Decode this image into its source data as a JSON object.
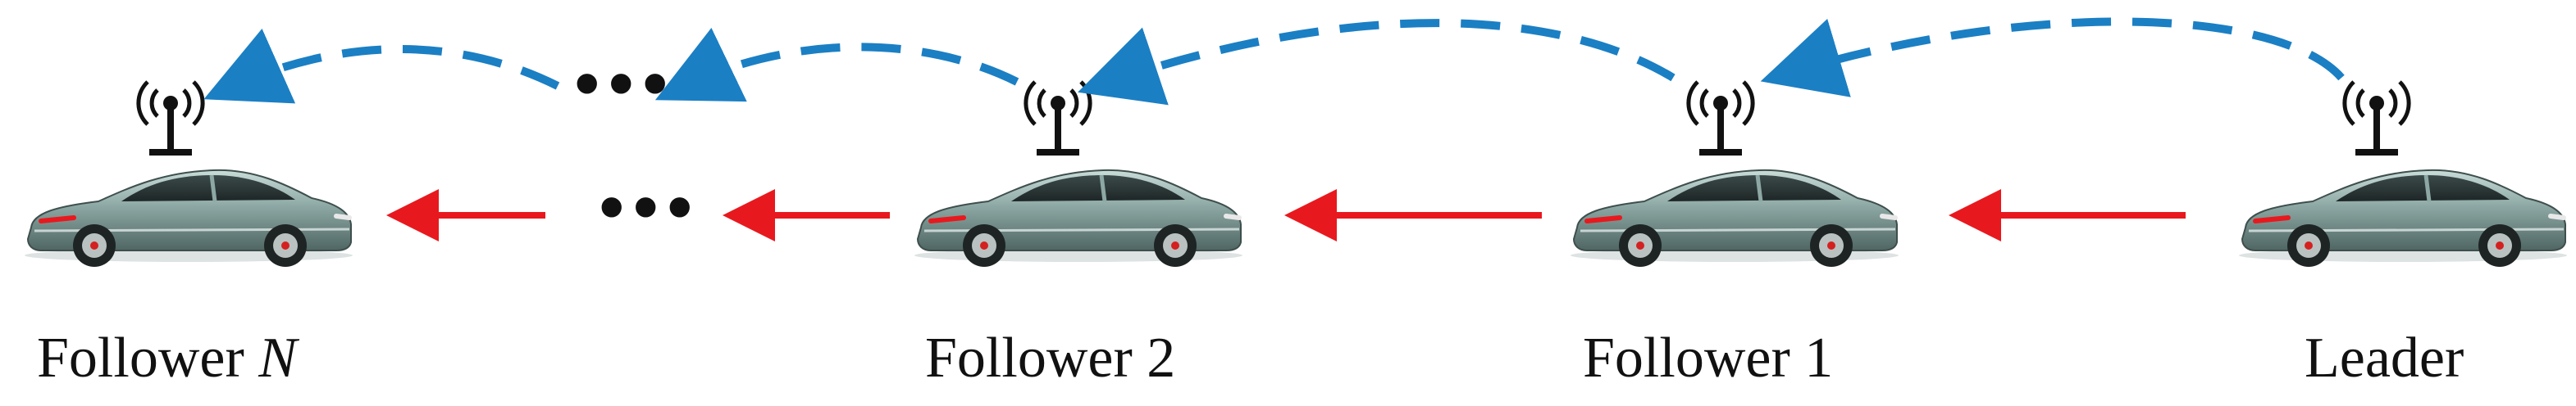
{
  "colors": {
    "wireless_link": "#1b7fc4",
    "sensor_link": "#e8191e",
    "car_body": "#8da8a4",
    "car_dark": "#2f3b3a",
    "antenna": "#111111"
  },
  "vehicles": [
    {
      "id": "follower-n",
      "label_prefix": "Follower ",
      "label_italic": "N"
    },
    {
      "id": "follower-2",
      "label_prefix": "Follower 2",
      "label_italic": ""
    },
    {
      "id": "follower-1",
      "label_prefix": "Follower 1",
      "label_italic": ""
    },
    {
      "id": "leader",
      "label_prefix": "Leader",
      "label_italic": ""
    }
  ],
  "ellipsis_top": "•••",
  "ellipsis_bottom": "•••"
}
